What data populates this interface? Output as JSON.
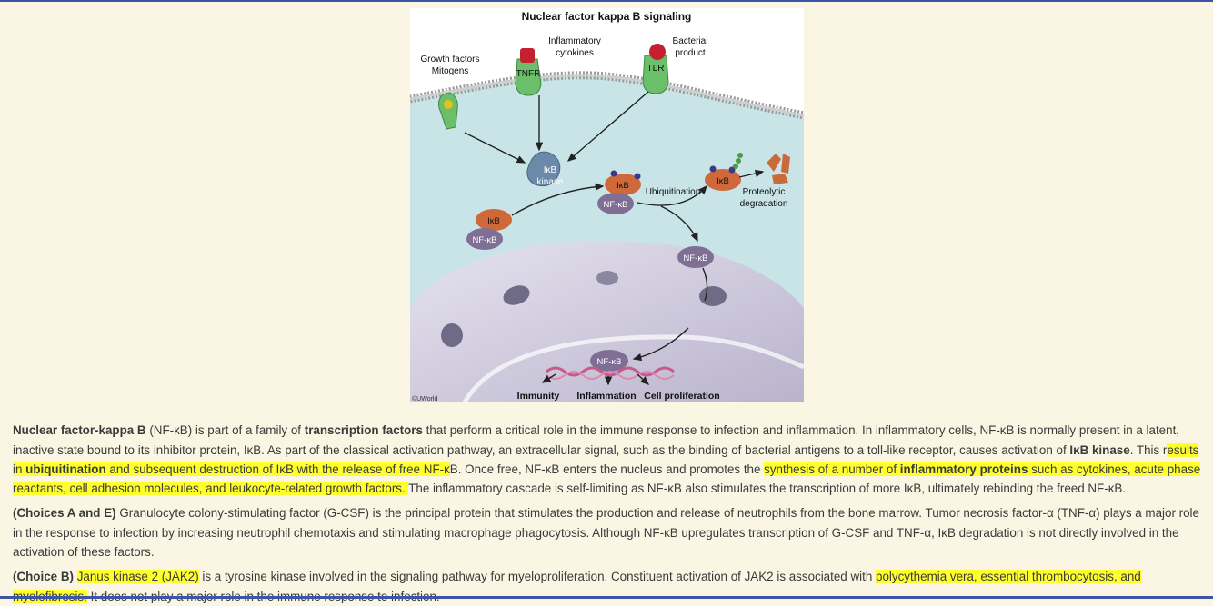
{
  "figure": {
    "title": "Nuclear factor kappa B signaling",
    "labels": {
      "growth_factors": [
        "Growth factors",
        "Mitogens"
      ],
      "inflammatory_cytokines": [
        "Inflammatory",
        "cytokines"
      ],
      "bacterial_product": [
        "Bacterial",
        "product"
      ],
      "tnfr": "TNFR",
      "tlr": "TLR",
      "ikb_kinase": [
        "IκB",
        "kinase"
      ],
      "ikb": "IκB",
      "nfkb": "NF-κB",
      "ubiquitination": "Ubiquitination",
      "proteolytic_degradation": [
        "Proteolytic",
        "degradation"
      ],
      "immunity": "Immunity",
      "inflammation": "Inflammation",
      "cell_proliferation": "Cell proliferation",
      "copyright": "©UWorld"
    }
  },
  "paragraphs": [
    [
      {
        "t": "Nuclear factor-kappa B",
        "b": true
      },
      {
        "t": " (NF-κB) is part of a family of "
      },
      {
        "t": "transcription factors",
        "b": true
      },
      {
        "t": " that perform a critical role in the immune response to infection and inflammation.  In inflammatory cells, NF-κB is normally present in a latent, inactive state bound to its inhibitor protein, IκB.  As part of the classical activation pathway, an extracellular signal, such as the binding of bacterial antigens to a toll-like receptor, causes activation of "
      },
      {
        "t": "IκB kinase",
        "b": true
      },
      {
        "t": ".  This r"
      },
      {
        "t": "esults in ",
        "h": true
      },
      {
        "t": "ubiquitination",
        "b": true,
        "h": true
      },
      {
        "t": " and subsequent destruction of IκB with the release of free NF-κ",
        "h": true
      },
      {
        "t": "B.  Once free, NF-κB enters the nucleus and promotes the "
      },
      {
        "t": "synthesis of a number of ",
        "h": true
      },
      {
        "t": "inflammatory proteins",
        "b": true,
        "h": true
      },
      {
        "t": " such as cytokines, acute phase reactants, cell adhesion molecules, and leukocyte-related growth factors. ",
        "h": true
      },
      {
        "t": " The inflammatory cascade is self-limiting as NF-κB also stimulates the transcription of more IκB, ultimately rebinding the freed NF-κB."
      }
    ],
    [
      {
        "t": "(Choices A and E)",
        "b": true
      },
      {
        "t": "  Granulocyte colony-stimulating factor (G-CSF) is the principal protein that stimulates the production and release of neutrophils from the bone marrow.  Tumor necrosis factor-α (TNF-α) plays a major role in the response to infection by increasing neutrophil chemotaxis and stimulating macrophage phagocytosis.  Although NF-κB upregulates transcription of G-CSF and TNF-α, IκB degradation is not directly involved in the activation of these factors."
      }
    ],
    [
      {
        "t": "(Choice B)",
        "b": true
      },
      {
        "t": "  "
      },
      {
        "t": "Janus kinase 2 (JAK2)",
        "h": true
      },
      {
        "t": " is a tyrosine kinase involved in the signaling pathway for myeloproliferation.  Constituent activation of JAK2 is associated with "
      },
      {
        "t": "polycythemia vera, essential thrombocytosis, and myelofibrosis.",
        "h": true
      },
      {
        "t": "  It does not play a major role in the immune response to infection."
      }
    ]
  ]
}
